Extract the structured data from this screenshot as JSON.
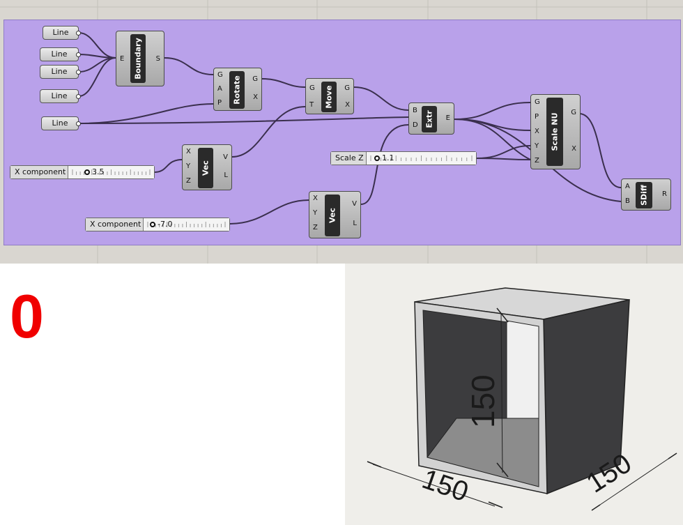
{
  "nodes": {
    "line1": {
      "label": "Line"
    },
    "line2": {
      "label": "Line"
    },
    "line3": {
      "label": "Line"
    },
    "line4": {
      "label": "Line"
    },
    "line5": {
      "label": "Line"
    },
    "boundary": {
      "name": "Boundary",
      "inputs": [
        "E"
      ],
      "outputs": [
        "S"
      ]
    },
    "rotate": {
      "name": "Rotate",
      "inputs": [
        "G",
        "A",
        "P"
      ],
      "outputs": [
        "G",
        "X"
      ]
    },
    "move": {
      "name": "Move",
      "inputs": [
        "G",
        "T"
      ],
      "outputs": [
        "G",
        "X"
      ]
    },
    "extr": {
      "name": "Extr",
      "inputs": [
        "B",
        "D"
      ],
      "outputs": [
        "E"
      ]
    },
    "scale": {
      "name": "Scale NU",
      "inputs": [
        "G",
        "P",
        "X",
        "Y",
        "Z"
      ],
      "outputs": [
        "G",
        "X"
      ]
    },
    "sdiff": {
      "name": "SDiff",
      "inputs": [
        "A",
        "B"
      ],
      "outputs": [
        "R"
      ]
    },
    "vec1": {
      "name": "Vec",
      "inputs": [
        "X",
        "Y",
        "Z"
      ],
      "outputs": [
        "V",
        "L"
      ]
    },
    "vec2": {
      "name": "Vec",
      "inputs": [
        "X",
        "Y",
        "Z"
      ],
      "outputs": [
        "V",
        "L"
      ]
    }
  },
  "sliders": {
    "x1": {
      "label": "X component",
      "value": "3.5"
    },
    "z": {
      "label": "Scale Z",
      "value": "1.1"
    },
    "x2": {
      "label": "X component",
      "value": "-7.0"
    }
  },
  "step_number": "0",
  "drawing": {
    "dim_height": "150",
    "dim_width": "150",
    "dim_depth": "150"
  },
  "colors": {
    "group": "#b9a1ea",
    "step_number": "#f00000",
    "box_dark": "#3c3c3e"
  }
}
